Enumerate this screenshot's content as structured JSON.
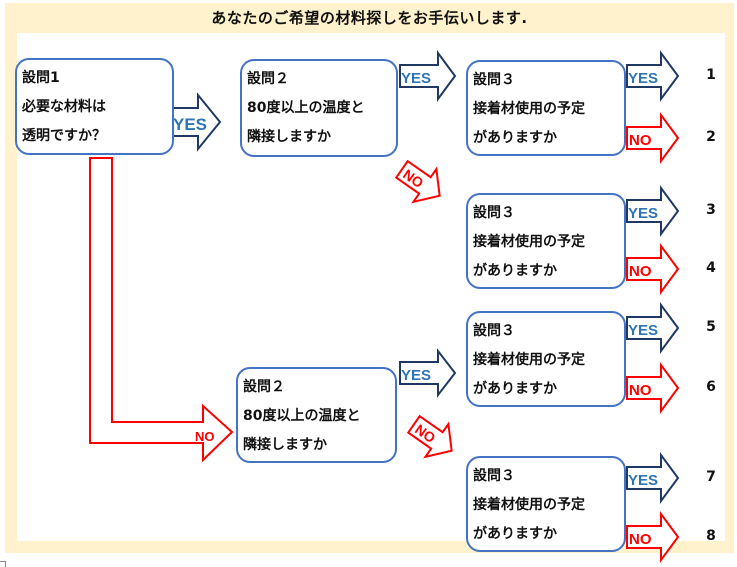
{
  "title": "あなたのご希望の材料探しをお手伝いします.",
  "colors": {
    "frame": "#fff2cc",
    "node_border": "#4472c4",
    "yes_outline": "#1f3864",
    "yes_text": "#2e75b6",
    "no": "#ff0000"
  },
  "labels": {
    "yes": "YES",
    "no": "NO"
  },
  "nodes": {
    "q1": {
      "lines": [
        "設問1",
        "必要な材料は",
        "透明ですか？"
      ]
    },
    "q2a": {
      "lines": [
        "設問２",
        "80度以上の温度と",
        "隣接しますか"
      ]
    },
    "q2b": {
      "lines": [
        "設問２",
        "80度以上の温度と",
        "隣接しますか"
      ]
    },
    "q3a": {
      "lines": [
        "設問３",
        "接着材使用の予定",
        "がありますか"
      ]
    },
    "q3b": {
      "lines": [
        "設問３",
        "接着材使用の予定",
        "がありますか"
      ]
    },
    "q3c": {
      "lines": [
        "設問３",
        "接着材使用の予定",
        "がありますか"
      ]
    },
    "q3d": {
      "lines": [
        "設問３",
        "接着材使用の予定",
        "がありますか"
      ]
    }
  },
  "results": [
    "1",
    "2",
    "3",
    "4",
    "5",
    "6",
    "7",
    "8"
  ]
}
